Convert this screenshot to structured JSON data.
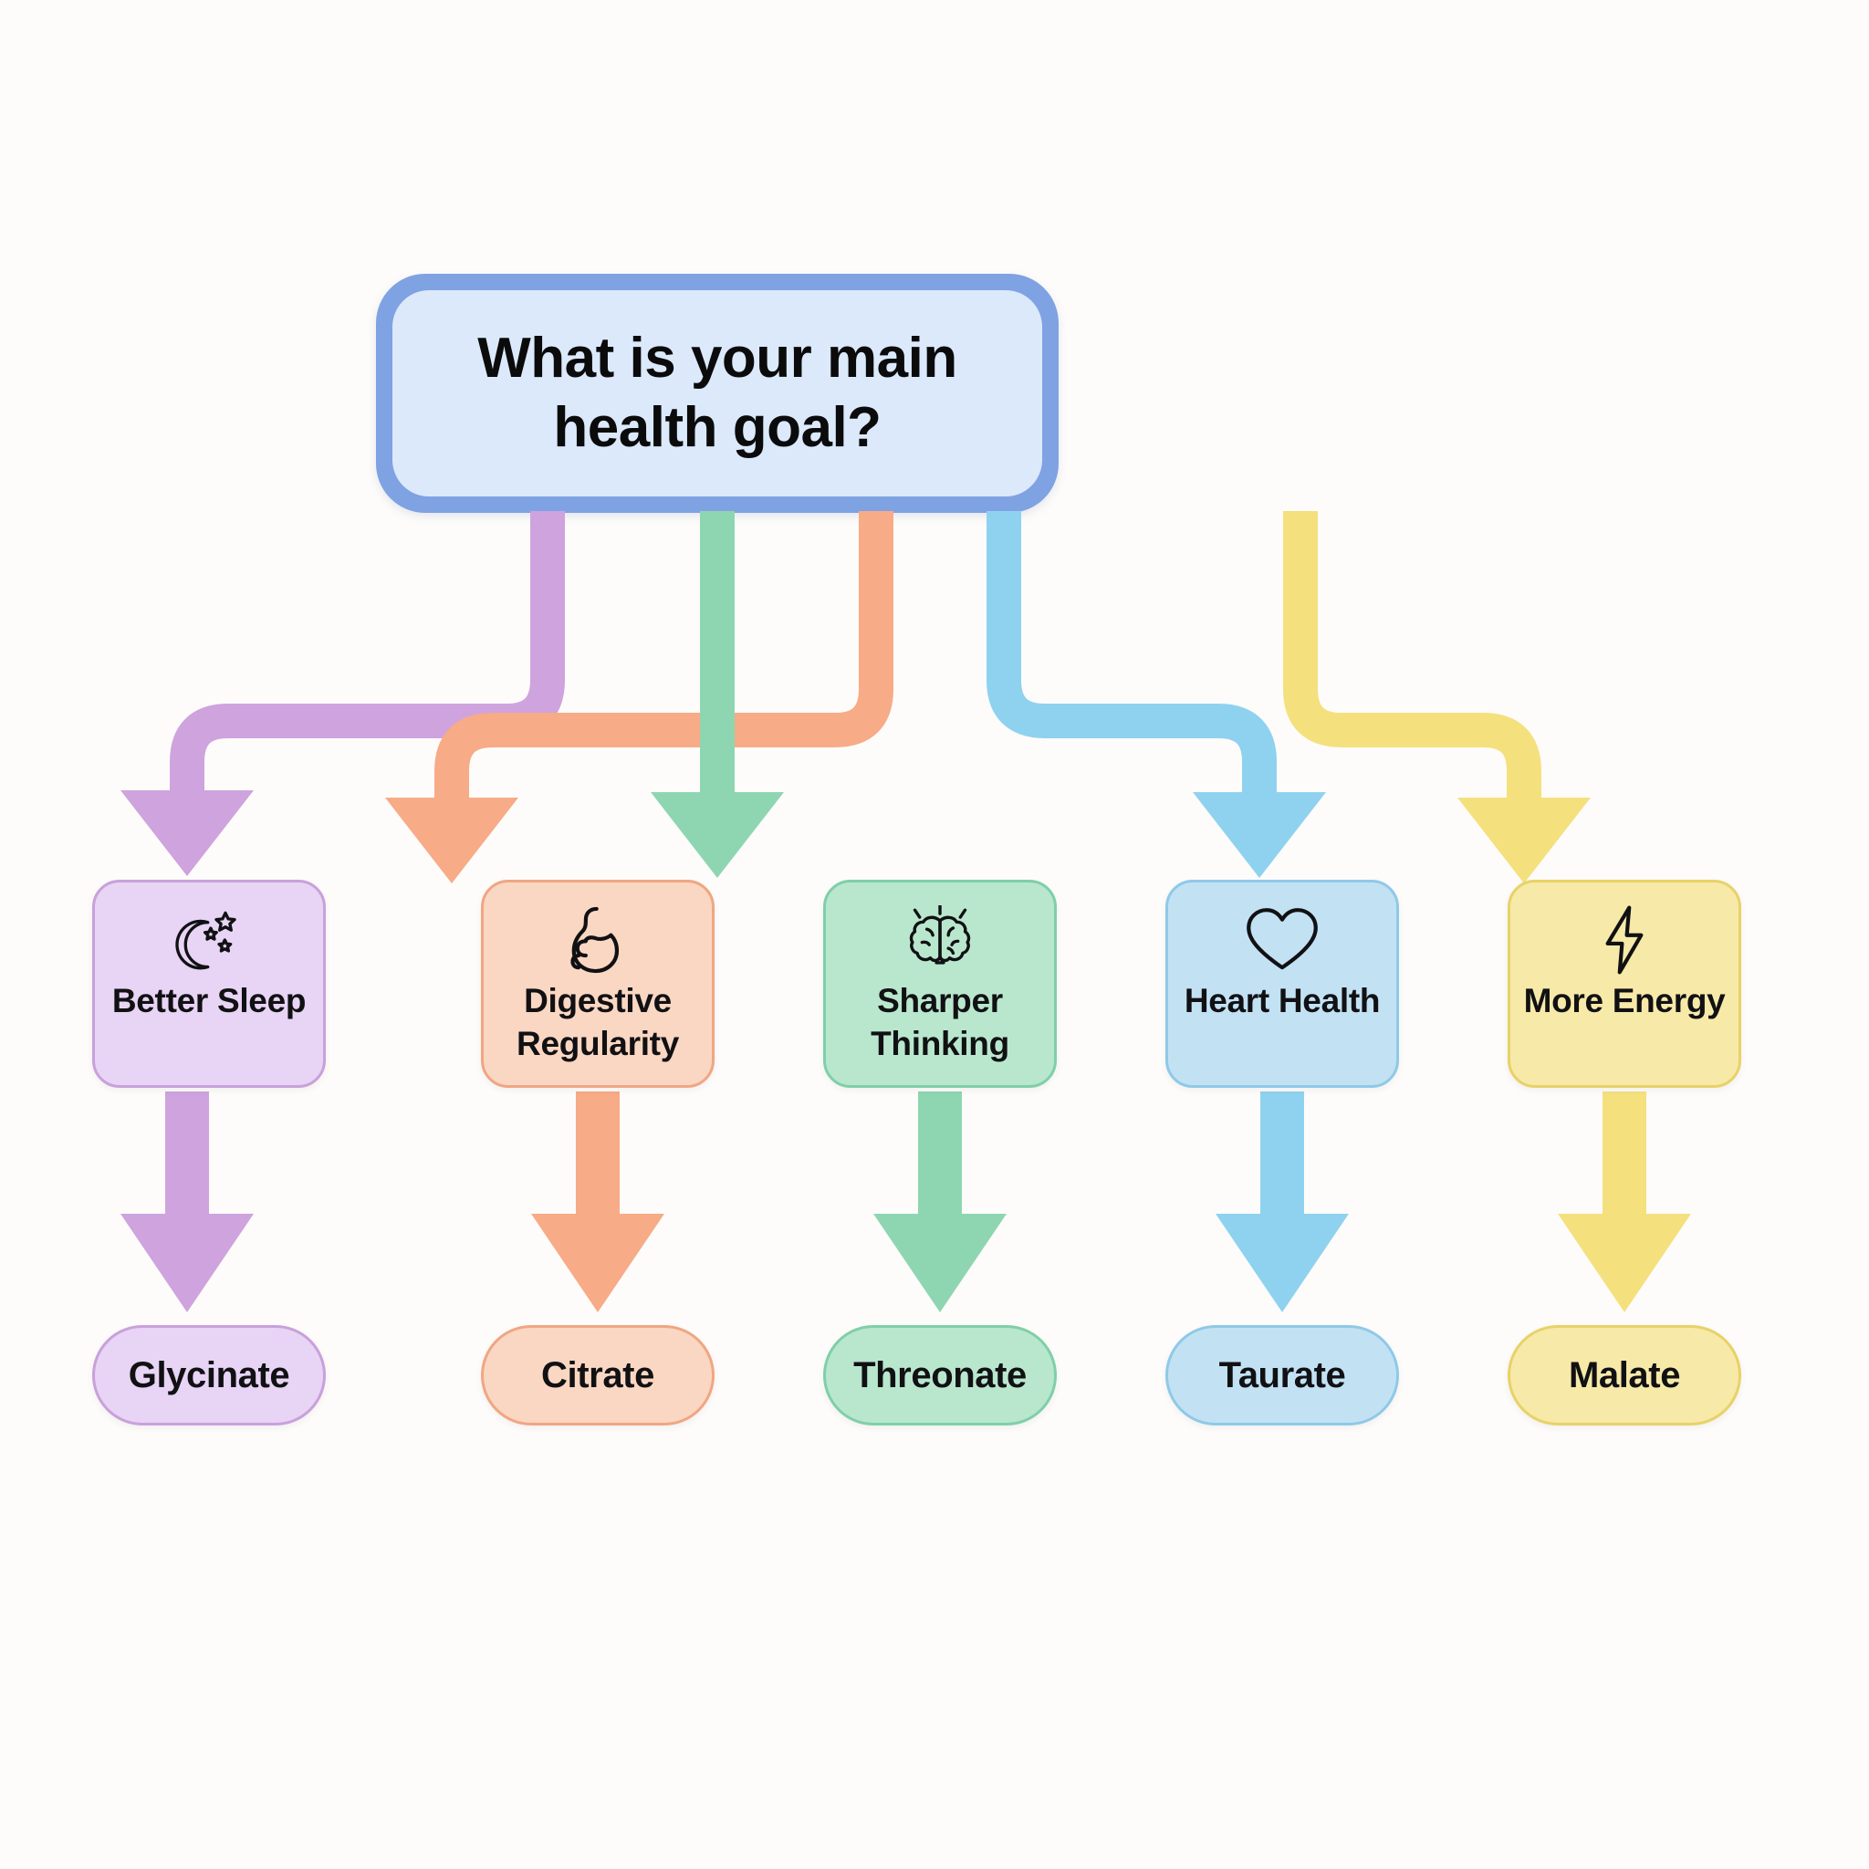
{
  "diagram": {
    "title": "Health goal to magnesium form selector",
    "background_color": "#fdfcfa"
  },
  "question": {
    "text": "What is your main health goal?",
    "fill_color": "#dbe9fb",
    "border_color": "#7fa2e3",
    "text_color": "#0b0b0c"
  },
  "branches": [
    {
      "goal_label": "Better Sleep",
      "result_label": "Glycinate",
      "icon": "crescent-moon-stars-icon",
      "accent_color": "#cfa3de",
      "card_fill": "#e8d4f4",
      "card_border": "#c9a0dc",
      "pill_fill": "#e8d4f4",
      "pill_border": "#c9a0dc"
    },
    {
      "goal_label": "Digestive Regularity",
      "result_label": "Citrate",
      "icon": "stomach-icon",
      "accent_color": "#f7ab86",
      "card_fill": "#fad7c2",
      "card_border": "#f0a683",
      "pill_fill": "#fad7c2",
      "pill_border": "#f0a683"
    },
    {
      "goal_label": "Sharper Thinking",
      "result_label": "Threonate",
      "icon": "brain-icon",
      "accent_color": "#8ed6b2",
      "card_fill": "#b9e7ce",
      "card_border": "#7fcfa8",
      "pill_fill": "#b9e7ce",
      "pill_border": "#7fcfa8"
    },
    {
      "goal_label": "Heart Health",
      "result_label": "Taurate",
      "icon": "heart-icon",
      "accent_color": "#8fd2ef",
      "card_fill": "#c2e2f4",
      "card_border": "#8fc9e8",
      "pill_fill": "#c2e2f4",
      "pill_border": "#8fc9e8"
    },
    {
      "goal_label": "More Energy",
      "result_label": "Malate",
      "icon": "lightning-bolt-icon",
      "accent_color": "#f5e07e",
      "card_fill": "#f7e9a8",
      "card_border": "#e8d267",
      "pill_fill": "#f7e9a8",
      "pill_border": "#e8d267"
    }
  ]
}
